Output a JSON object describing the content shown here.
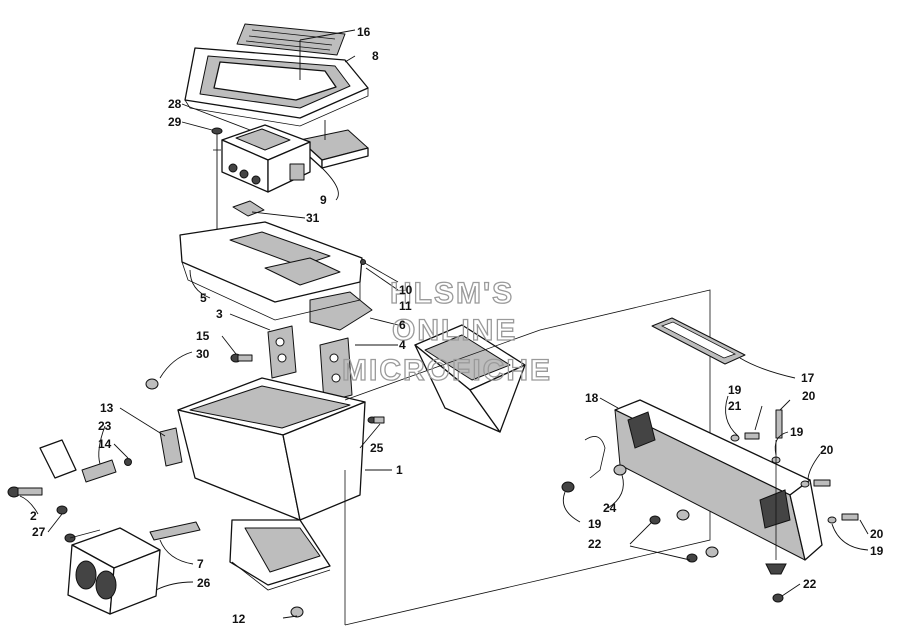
{
  "watermark": {
    "line1": "HLSM'S",
    "line2": "ONLINE",
    "line3": "MICROFICHE"
  },
  "callouts": [
    "16",
    "8",
    "28",
    "29",
    "9",
    "31",
    "5",
    "10",
    "11",
    "6",
    "4",
    "3",
    "15",
    "30",
    "13",
    "23",
    "14",
    "2",
    "27",
    "25",
    "1",
    "7",
    "26",
    "12",
    "17",
    "18",
    "19",
    "21",
    "20",
    "19",
    "20",
    "24",
    "19",
    "22",
    "20",
    "19",
    "22"
  ]
}
